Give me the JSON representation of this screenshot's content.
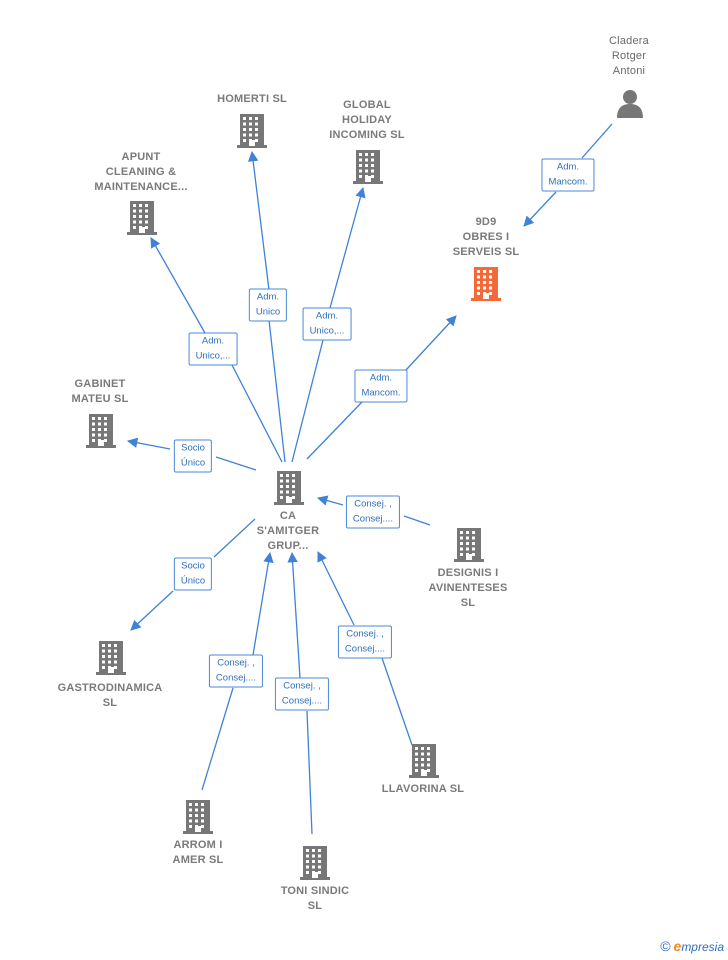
{
  "colors": {
    "node": "#777777",
    "highlight": "#f26a3a",
    "edge": "#3f82d6"
  },
  "nodes": {
    "center": {
      "lines": [
        "CA",
        "S'AMITGER",
        "GRUP..."
      ],
      "icon": "building-icon"
    },
    "homerti": {
      "lines": [
        "HOMERTI  SL"
      ],
      "icon": "building-icon"
    },
    "global": {
      "lines": [
        "GLOBAL",
        "HOLIDAY",
        "INCOMING  SL"
      ],
      "icon": "building-icon"
    },
    "apunt": {
      "lines": [
        "APUNT",
        "CLEANING &",
        "MAINTENANCE..."
      ],
      "icon": "building-icon"
    },
    "obres": {
      "lines": [
        "9D9",
        "OBRES I",
        "SERVEIS  SL"
      ],
      "icon": "building-icon"
    },
    "cladera": {
      "lines": [
        "Cladera",
        "Rotger",
        "Antoni"
      ],
      "icon": "person-icon"
    },
    "gabinet": {
      "lines": [
        "GABINET",
        "MATEU  SL"
      ],
      "icon": "building-icon"
    },
    "designis": {
      "lines": [
        "DESIGNIS I",
        "AVINENTESES",
        "SL"
      ],
      "icon": "building-icon"
    },
    "gastro": {
      "lines": [
        "GASTRODINAMICA",
        "SL"
      ],
      "icon": "building-icon"
    },
    "llavorina": {
      "lines": [
        "LLAVORINA  SL"
      ],
      "icon": "building-icon"
    },
    "arrom": {
      "lines": [
        "ARROM I",
        "AMER  SL"
      ],
      "icon": "building-icon"
    },
    "toni": {
      "lines": [
        "TONI SINDIC",
        "SL"
      ],
      "icon": "building-icon"
    }
  },
  "edges": {
    "homerti": [
      "Adm.",
      "Unico"
    ],
    "global": [
      "Adm.",
      "Unico,..."
    ],
    "apunt": [
      "Adm.",
      "Unico,..."
    ],
    "obres": [
      "Adm.",
      "Mancom."
    ],
    "cladera": [
      "Adm.",
      "Mancom."
    ],
    "gabinet": [
      "Socio",
      "Único"
    ],
    "designis": [
      "Consej. ,",
      "Consej...."
    ],
    "gastro": [
      "Socio",
      "Único"
    ],
    "llavorina": [
      "Consej. ,",
      "Consej...."
    ],
    "arrom": [
      "Consej. ,",
      "Consej...."
    ],
    "toni": [
      "Consej. ,",
      "Consej...."
    ]
  },
  "brand": {
    "symbol": "©",
    "initial": "e",
    "name": "mpresia"
  }
}
